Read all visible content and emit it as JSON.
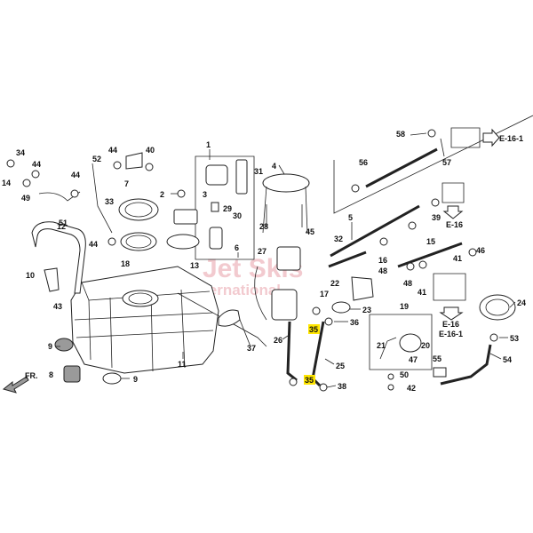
{
  "watermark": {
    "line1": "Jet Skis",
    "line2": "International"
  },
  "direction_marker": {
    "label": "FR."
  },
  "highlight_color": "#ffe600",
  "reference_labels": {
    "ref_e161_top": "E-16-1",
    "ref_e16_mid": "E-16",
    "ref_e16_low": "E-16",
    "ref_e161_low": "E-16-1"
  },
  "callouts": {
    "c1": "1",
    "c2": "2",
    "c3": "3",
    "c4": "4",
    "c5": "5",
    "c6": "6",
    "c7": "7",
    "c8": "8",
    "c9a": "9",
    "c9b": "9",
    "c10": "10",
    "c11": "11",
    "c12": "12",
    "c13": "13",
    "c14": "14",
    "c15": "15",
    "c16": "16",
    "c17": "17",
    "c18": "18",
    "c19": "19",
    "c20": "20",
    "c21": "21",
    "c22": "22",
    "c23": "23",
    "c24": "24",
    "c25": "25",
    "c26": "26",
    "c27": "27",
    "c28": "28",
    "c29": "29",
    "c30": "30",
    "c31": "31",
    "c32": "32",
    "c33": "33",
    "c34": "34",
    "c35a": "35",
    "c35b": "35",
    "c36": "36",
    "c37": "37",
    "c38": "38",
    "c39": "39",
    "c40": "40",
    "c41a": "41",
    "c41b": "41",
    "c42": "42",
    "c43": "43",
    "c44a": "44",
    "c44b": "44",
    "c44c": "44",
    "c44d": "44",
    "c45": "45",
    "c46": "46",
    "c47": "47",
    "c48a": "48",
    "c48b": "48",
    "c49": "49",
    "c50": "50",
    "c51": "51",
    "c52": "52",
    "c53": "53",
    "c54": "54",
    "c55": "55",
    "c56": "56",
    "c57": "57",
    "c58": "58"
  }
}
